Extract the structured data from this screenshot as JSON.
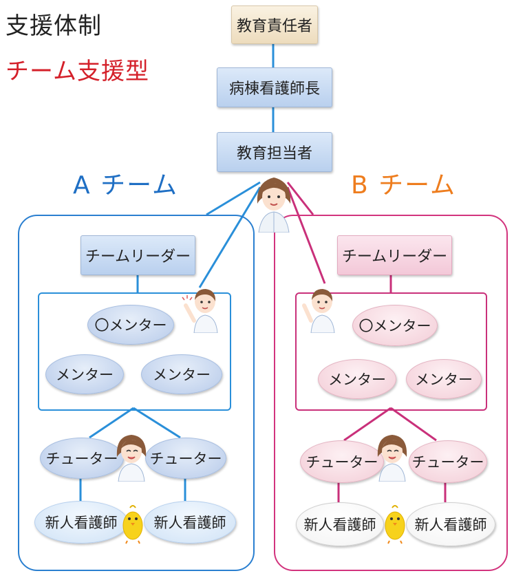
{
  "title": "支援体制",
  "subtitle": "チーム支援型",
  "hierarchy": {
    "edu_responsible": "教育責任者",
    "ward_head_nurse": "病棟看護師長",
    "edu_in_charge": "教育担当者"
  },
  "team_a": {
    "label": "A チーム",
    "leader": "チームリーダー",
    "main_mentor": "〇メンター",
    "mentors": [
      "メンター",
      "メンター"
    ],
    "tutors": [
      "チューター",
      "チューター"
    ],
    "new_nurses": [
      "新人看護師",
      "新人看護師"
    ]
  },
  "team_b": {
    "label": "B チーム",
    "leader": "チームリーダー",
    "main_mentor": "〇メンター",
    "mentors": [
      "メンター",
      "メンター"
    ],
    "tutors": [
      "チューター",
      "チューター"
    ],
    "new_nurses": [
      "新人看護師",
      "新人看護師"
    ]
  },
  "colors": {
    "team_a": "#1f6fc4",
    "team_b": "#ee7d1e",
    "frame_a": "#2a7fd0",
    "frame_b": "#d2337d",
    "subtitle": "#d4202a"
  }
}
